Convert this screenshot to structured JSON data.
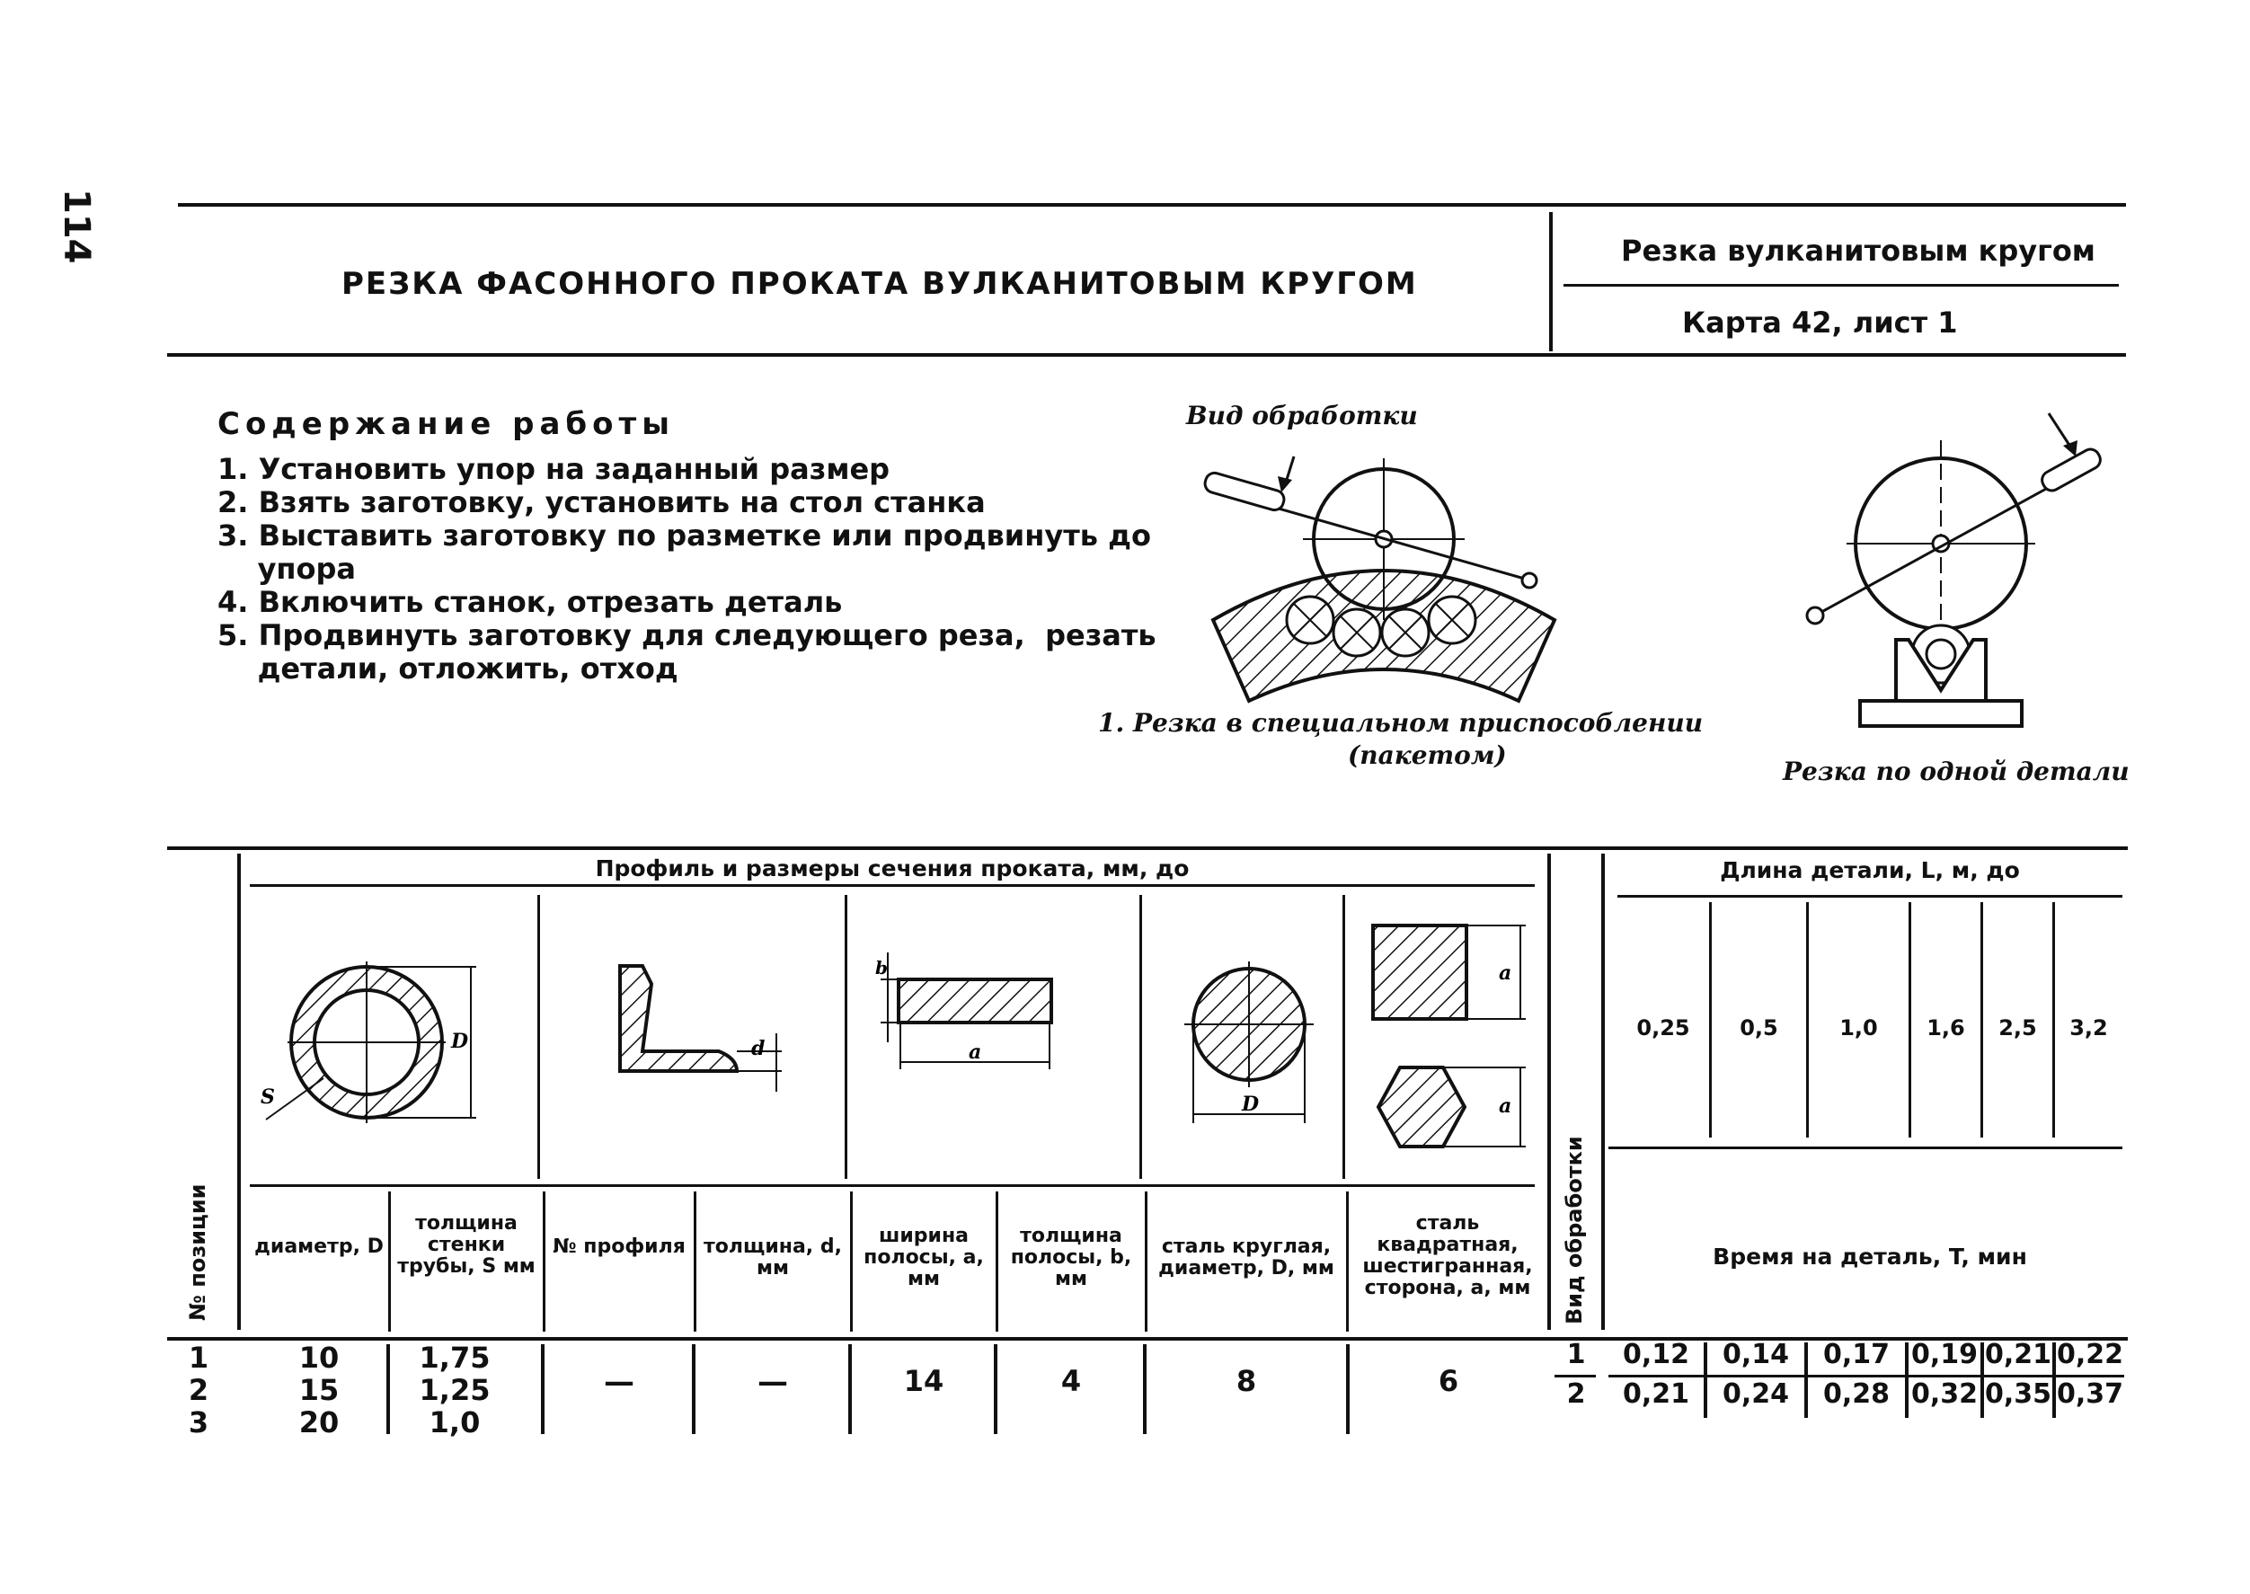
{
  "page_number": "114",
  "header": {
    "title": "РЕЗКА ФАСОННОГО ПРОКАТА ВУЛКАНИТОВЫМ КРУГОМ",
    "operation": "Резка вулканитовым кругом",
    "card": "Карта 42, лист 1"
  },
  "content": {
    "title": "Содержание работы",
    "steps": [
      "1. Установить упор на заданный размер",
      "2. Взять заготовку, установить на стол станка",
      "3. Выставить заготовку по разметке или продвинуть до",
      "    упора",
      "4. Включить станок, отрезать деталь",
      "5. Продвинуть заготовку для следующего реза,  резать",
      "    детали, отложить, отход"
    ]
  },
  "figures": {
    "view_label": "Вид обработки",
    "fig1_caption_line1": "1. Резка в специальном приспособлении",
    "fig1_caption_line2": "(пакетом)",
    "fig2_caption": "Резка по одной детали"
  },
  "table": {
    "pos_header": "№ позиции",
    "profile_header": "Профиль и размеры сечения проката, мм, до",
    "type_header": "Вид обработки",
    "length_header": "Длина детали, L, м, до",
    "time_header": "Время на деталь, T, мин",
    "dim_labels": {
      "D": "D",
      "S": "S",
      "d": "d",
      "a": "a",
      "b": "b"
    },
    "columns": [
      "диаметр, D",
      "толщина стенки трубы, S мм",
      "№ профиля",
      "толщина, d, мм",
      "ширина полосы, a, мм",
      "толщина полосы, b, мм",
      "сталь круглая, диаметр, D, мм",
      "сталь квадратная, шестигранная, сторона, a, мм"
    ],
    "lengths": [
      "0,25",
      "0,5",
      "1,0",
      "1,6",
      "2,5",
      "3,2"
    ],
    "positions": [
      "1",
      "2",
      "3"
    ],
    "diameters": [
      "10",
      "15",
      "20"
    ],
    "thickness_s": [
      "1,75",
      "1,25",
      "1,0"
    ],
    "profile_no": "—",
    "thickness_d": "—",
    "strip_width": "14",
    "strip_thickness": "4",
    "round_d": "8",
    "square_a": "6",
    "types": [
      "1",
      "2"
    ],
    "times_row1": [
      "0,12",
      "0,14",
      "0,17",
      "0,19",
      "0,21",
      "0,22"
    ],
    "times_row2": [
      "0,21",
      "0,24",
      "0,28",
      "0,32",
      "0,35",
      "0,37"
    ]
  }
}
